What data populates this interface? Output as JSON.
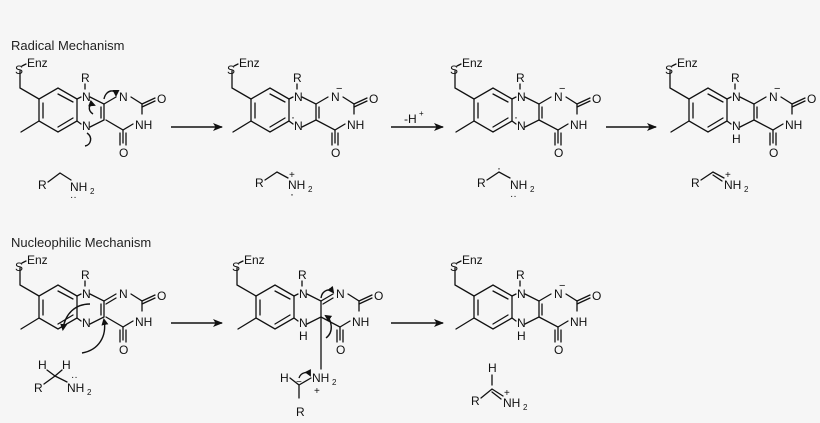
{
  "sections": [
    {
      "title": "Radical Mechanism",
      "steps": [
        {
          "enzyme": "Enz",
          "sulfur": "S",
          "n10_sub": "R",
          "n1": "N",
          "n5": "N",
          "n3": "NH",
          "o2": "O",
          "o4": "O",
          "charge_n1": "",
          "radical_n5": false,
          "amine": {
            "r": "R",
            "n": "NH",
            "sub": "2",
            "lone_pair": "··",
            "charge": "",
            "radical": ""
          }
        },
        {
          "enzyme": "Enz",
          "sulfur": "S",
          "n10_sub": "R",
          "n1": "N",
          "n5": "N",
          "n3": "NH",
          "o2": "O",
          "o4": "O",
          "charge_n1": "−",
          "radical_n5": true,
          "amine": {
            "r": "R",
            "n": "NH",
            "sub": "2",
            "charge": "+",
            "radical": "·"
          }
        },
        {
          "enzyme": "Enz",
          "sulfur": "S",
          "n10_sub": "R",
          "n1": "N",
          "n5": "N",
          "n3": "NH",
          "o2": "O",
          "o4": "O",
          "charge_n1": "−",
          "radical_n5": true,
          "amine": {
            "r": "R",
            "n": "NH",
            "sub": "2",
            "lone_pair": "··",
            "radical": "·"
          }
        },
        {
          "enzyme": "Enz",
          "sulfur": "S",
          "n10_sub": "R",
          "n1": "N",
          "n5": "N",
          "n5_h": "H",
          "n3": "NH",
          "o2": "O",
          "o4": "O",
          "charge_n1": "−",
          "amine": {
            "r": "R",
            "n": "NH",
            "sub": "2",
            "charge": "+"
          }
        }
      ],
      "arrow_labels": [
        "",
        "-H",
        ""
      ],
      "arrow_label_sup": [
        "",
        "+",
        ""
      ]
    },
    {
      "title": "Nucleophilic Mechanism",
      "steps": [
        {
          "enzyme": "Enz",
          "sulfur": "S",
          "n10_sub": "R",
          "n1": "N",
          "n5": "N",
          "n3": "NH",
          "o2": "O",
          "o4": "O",
          "amine": {
            "h1": "H",
            "h2": "H",
            "r": "R",
            "n": "NH",
            "sub": "2",
            "lone_pair": "··"
          }
        },
        {
          "enzyme": "Enz",
          "sulfur": "S",
          "n10_sub": "R",
          "n1": "N",
          "n5": "N",
          "n5_h": "H",
          "n3": "NH",
          "o2": "O",
          "o4": "O",
          "adduct": {
            "h": "H",
            "r": "R",
            "n": "NH",
            "sub": "2",
            "charge_n": "+",
            "charge_c": "−"
          }
        },
        {
          "enzyme": "Enz",
          "sulfur": "S",
          "n10_sub": "R",
          "n1": "N",
          "n5": "N",
          "n5_h": "H",
          "n3": "NH",
          "o2": "O",
          "o4": "O",
          "charge_n1": "−",
          "amine": {
            "h": "H",
            "r": "R",
            "n": "NH",
            "sub": "2",
            "charge": "+"
          }
        }
      ],
      "arrow_labels": [
        "",
        ""
      ]
    }
  ],
  "colors": {
    "background": "#f6f6f6",
    "ink": "#111111"
  }
}
